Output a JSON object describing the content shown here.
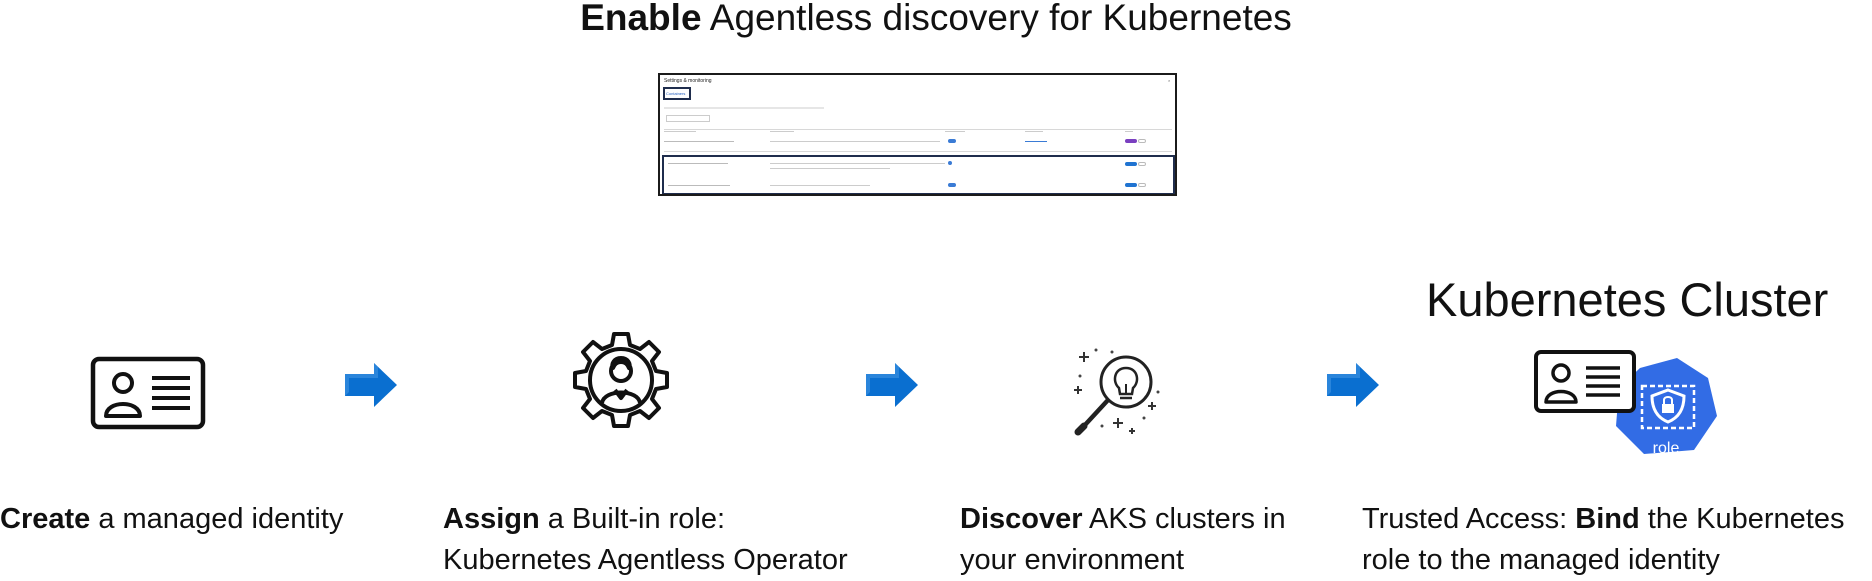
{
  "title": {
    "bold": "Enable",
    "rest": " Agentless discovery for Kubernetes"
  },
  "cluster_title": "Kubernetes Cluster",
  "steps": [
    {
      "bold": "Create",
      "rest": " a managed identity",
      "line2": ""
    },
    {
      "bold": "Assign",
      "rest": " a Built-in role:",
      "line2": "Kubernetes Agentless Operator"
    },
    {
      "bold": "Discover",
      "rest": " AKS clusters in",
      "line2": "your environment"
    },
    {
      "pre": "Trusted Access: ",
      "bold": "Bind",
      "rest": " the Kubernetes",
      "line2": "role to the managed identity"
    }
  ],
  "role_badge": "role",
  "icons": {
    "step1": "id-card-icon",
    "step2": "gear-person-icon",
    "step3": "magnifier-lightbulb-icon",
    "step4": "kubernetes-role-icon"
  },
  "colors": {
    "arrow": "#0a6fd0",
    "k8s_blue": "#326ce5",
    "dark": "#1b1b1b"
  },
  "settings_screenshot": {
    "heading": "Settings & monitoring",
    "tab": "Containers"
  }
}
